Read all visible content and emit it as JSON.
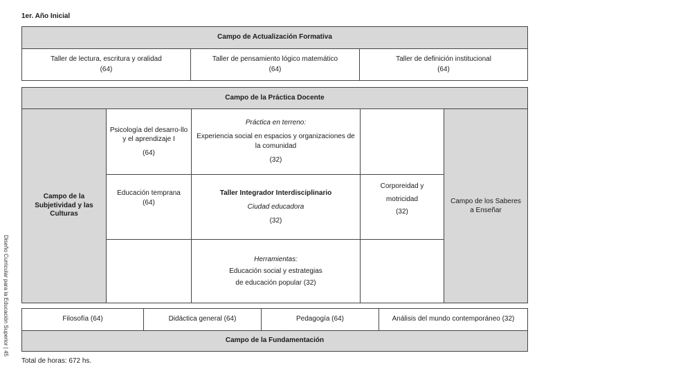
{
  "heading": "1er. Año Inicial",
  "side_caption": "Diseño Curricular para la Educación Superior  |  45",
  "footer": "Total de horas: 672 hs.",
  "actualizacion": {
    "title": "Campo de Actualización Formativa",
    "items": [
      {
        "name": "Taller de lectura, escritura y oralidad",
        "hours": "(64)"
      },
      {
        "name": "Taller de pensamiento lógico matemático",
        "hours": "(64)"
      },
      {
        "name": "Taller de definición institucional",
        "hours": "(64)"
      }
    ]
  },
  "practica": {
    "title": "Campo de la Práctica Docente",
    "subjetividad": "Campo de la Subjetividad y las Culturas",
    "saberes": "Campo de los Saberes a Enseñar",
    "psicologia": {
      "name": "Psicología del desarro-llo y el aprendizaje I",
      "hours": "(64)"
    },
    "educacion_temprana": {
      "name": "Educación temprana",
      "hours": "(64)"
    },
    "practica_terreno": {
      "label": "Práctica en terreno:",
      "name": "Experiencia social en espacios y organizaciones de la comunidad",
      "hours": "(32)"
    },
    "taller_integrador": {
      "label": "Taller Integrador Interdisciplinario",
      "name": "Ciudad educadora",
      "hours": "(32)"
    },
    "herramientas": {
      "label": "Herramientas:",
      "line1": "Educación social y estrategias",
      "line2": "de educación popular (32)"
    },
    "corporeidad": {
      "line1": "Corporeidad y",
      "line2": "motricidad",
      "hours": "(32)"
    }
  },
  "fundamentacion": {
    "title": "Campo de la Fundamentación",
    "items": [
      "Filosofía (64)",
      "Didáctica general (64)",
      "Pedagogía (64)",
      "Análisis del mundo contemporáneo (32)"
    ]
  }
}
